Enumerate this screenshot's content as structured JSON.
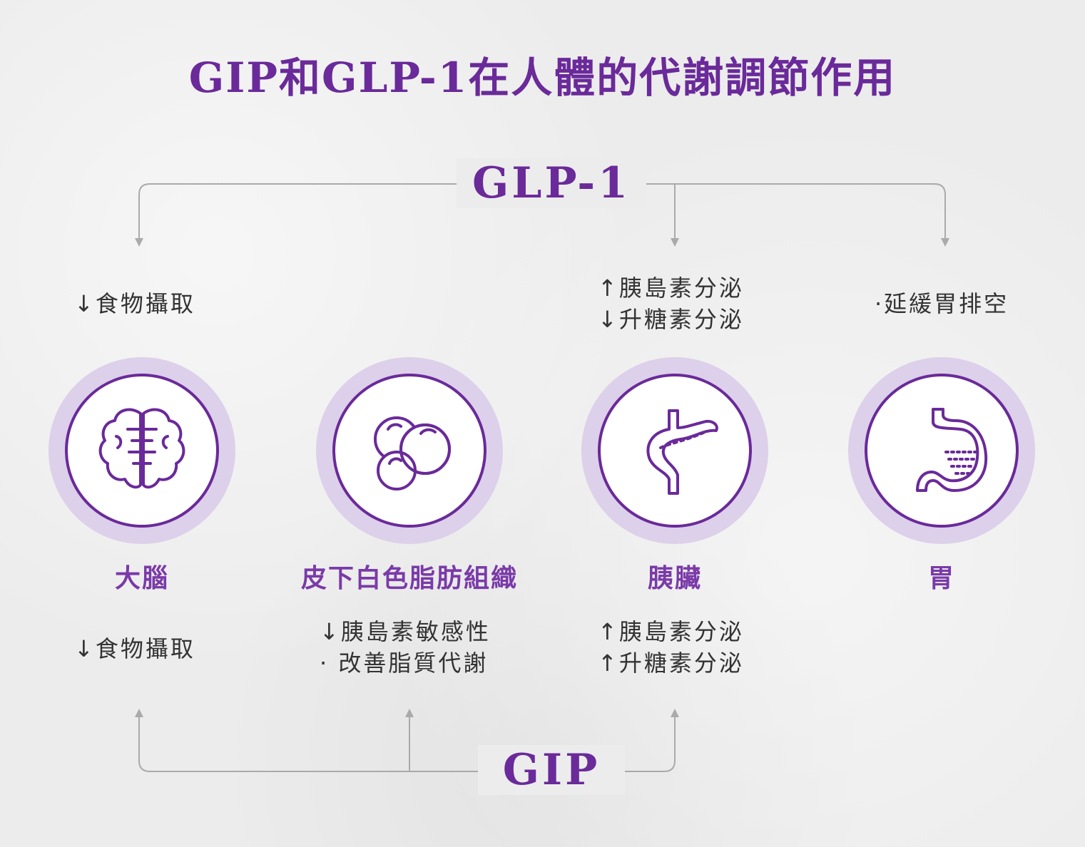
{
  "title": "GIP和GLP-1在人體的代謝調節作用",
  "colors": {
    "accent": "#6a2a9a",
    "ring": "#ddd0ea",
    "connector": "#aaaaaa"
  },
  "glp1": {
    "label": "GLP-1",
    "effects": {
      "brain": [
        "↓食物攝取"
      ],
      "pancreas": [
        "↑胰島素分泌",
        "↓升糖素分泌"
      ],
      "stomach": [
        "·延緩胃排空"
      ]
    }
  },
  "gip": {
    "label": "GIP",
    "effects": {
      "brain": [
        "↓食物攝取"
      ],
      "fat": [
        "↓胰島素敏感性",
        "· 改善脂質代謝"
      ],
      "pancreas": [
        "↑胰島素分泌",
        "↑升糖素分泌"
      ]
    }
  },
  "organs": [
    {
      "key": "brain",
      "label": "大腦",
      "icon": "brain-icon"
    },
    {
      "key": "fat",
      "label": "皮下白色脂肪組織",
      "icon": "fat-cells-icon"
    },
    {
      "key": "pancreas",
      "label": "胰臟",
      "icon": "pancreas-icon"
    },
    {
      "key": "stomach",
      "label": "胃",
      "icon": "stomach-icon"
    }
  ]
}
